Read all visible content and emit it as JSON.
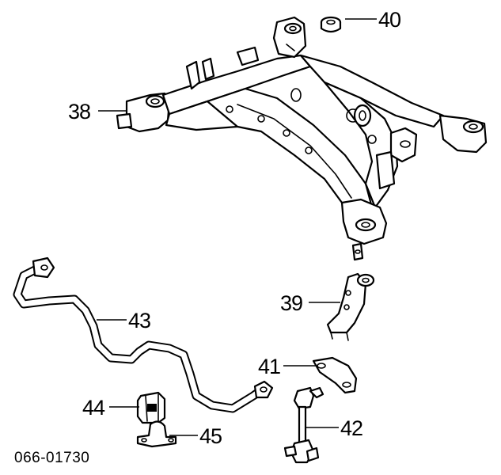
{
  "callouts": [
    {
      "id": "40",
      "label": "40"
    },
    {
      "id": "38",
      "label": "38"
    },
    {
      "id": "39",
      "label": "39"
    },
    {
      "id": "43",
      "label": "43"
    },
    {
      "id": "41",
      "label": "41"
    },
    {
      "id": "44",
      "label": "44"
    },
    {
      "id": "45",
      "label": "45"
    },
    {
      "id": "42",
      "label": "42"
    }
  ],
  "diagram_code": "066-01730",
  "colors": {
    "ink": "#000000",
    "background": "#ffffff"
  }
}
